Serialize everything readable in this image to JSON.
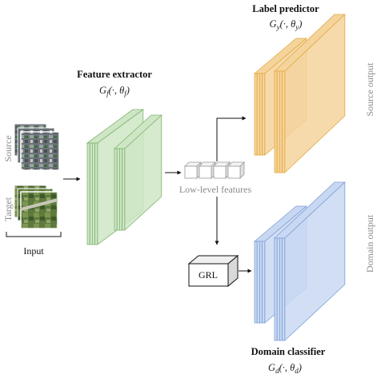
{
  "inputs": {
    "source_label": "Source",
    "target_label": "Target",
    "input_label": "Input"
  },
  "feature_extractor": {
    "title": "Feature extractor",
    "formula": "G_f(·, θ_f)"
  },
  "low_level": {
    "label": "Low-level features"
  },
  "label_predictor": {
    "title": "Label predictor",
    "formula": "G_y(·, θ_y)",
    "output_label": "Source output"
  },
  "grl": {
    "label": "GRL"
  },
  "domain_classifier": {
    "title": "Domain classifier",
    "formula": "G_d(·, θ_d)",
    "output_label": "Domain output"
  },
  "colors": {
    "feature_fill": "#cfe6c6",
    "feature_stroke": "#7fb56f",
    "label_fill": "#f5d49c",
    "label_stroke": "#e4a941",
    "domain_fill": "#c9d8f2",
    "domain_stroke": "#7ea0d8"
  }
}
